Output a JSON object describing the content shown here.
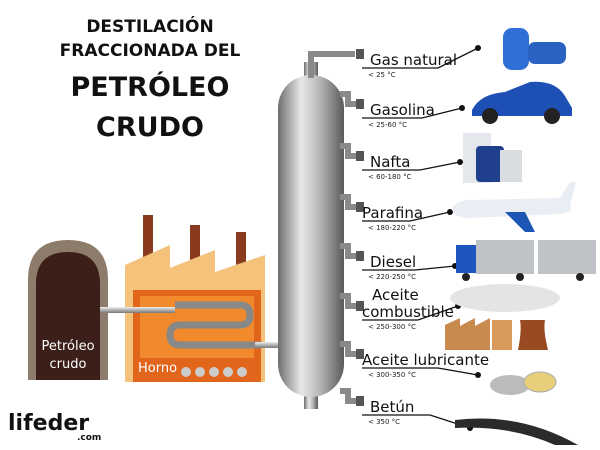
{
  "title": {
    "line1": "DESTILACIÓN",
    "line2": "FRACCIONADA DEL",
    "line3": "PETRÓLEO",
    "line4": "CRUDO"
  },
  "left": {
    "reservoir_label_1": "Petróleo",
    "reservoir_label_2": "crudo",
    "furnace_label": "Horno"
  },
  "products": [
    {
      "name": "Gas natural",
      "temp": "< 25 °C",
      "icon": "gas-cylinder-icon"
    },
    {
      "name": "Gasolina",
      "temp": "< 25-60 °C",
      "icon": "car-icon"
    },
    {
      "name": "Nafta",
      "temp": "< 60-180 °C",
      "icon": "bottles-icon"
    },
    {
      "name": "Parafina",
      "temp": "< 180-220 °C",
      "icon": "airplane-icon"
    },
    {
      "name": "Diesel",
      "temp": "< 220-250 °C",
      "icon": "truck-icon"
    },
    {
      "name_1": "Aceite",
      "name": "combustible",
      "temp": "< 250-300 °C",
      "icon": "factory-icon"
    },
    {
      "name": "Aceite lubricante",
      "temp": "< 300-350 °C",
      "icon": "lubricant-tin-icon"
    },
    {
      "name": "Betún",
      "temp": "< 350 °C",
      "icon": "road-icon"
    }
  ],
  "logo": {
    "text": "lifeder",
    "suffix": ".com"
  }
}
